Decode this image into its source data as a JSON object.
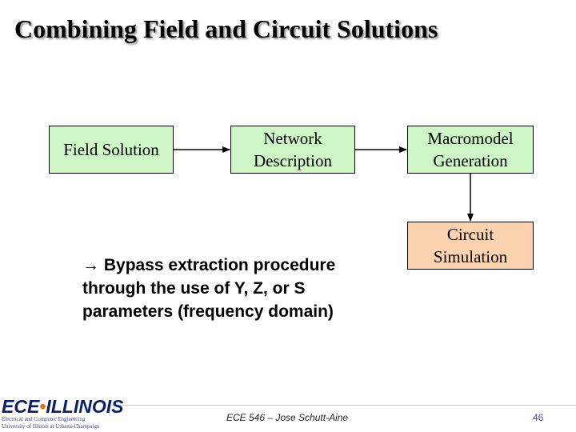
{
  "title": "Combining Field and Circuit Solutions",
  "boxes": {
    "field": "Field Solution",
    "network": "Network\nDescription",
    "macro": "Macromodel\nGeneration",
    "circuit": "Circuit\nSimulation"
  },
  "colors": {
    "green_box": "#cdf5c6",
    "peach_box": "#fbd3b0"
  },
  "bullet": {
    "arrow": "→",
    "text": "Bypass extraction procedure through the use of Y, Z, or S parameters (frequency domain)"
  },
  "logo": {
    "word_a": "ECE",
    "word_b": "ILLINOIS",
    "line1": "Electrical and Computer Engineering",
    "line2": "University of Illinois at Urbana-Champaign"
  },
  "footer": "ECE 546 – Jose Schutt-Aine",
  "page_number": "46"
}
